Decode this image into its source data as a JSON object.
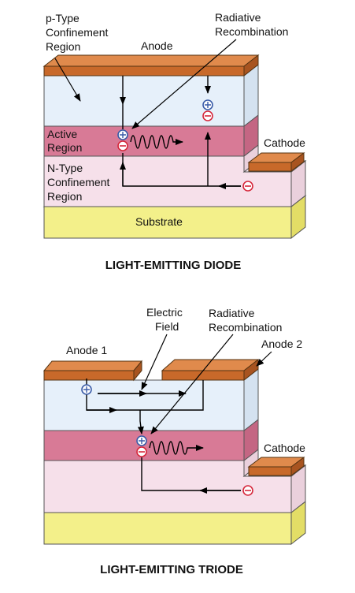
{
  "diode": {
    "labels": {
      "p_type": [
        "p-Type",
        "Confinement",
        "Region"
      ],
      "anode": "Anode",
      "radiative": [
        "Radiative",
        "Recombination"
      ],
      "active": [
        "Active",
        "Region"
      ],
      "cathode": "Cathode",
      "n_type": [
        "N-Type",
        "Confinement",
        "Region"
      ],
      "substrate": "Substrate"
    },
    "caption": "LIGHT-EMITTING DIODE"
  },
  "triode": {
    "labels": {
      "electric_field": [
        "Electric",
        "Field"
      ],
      "radiative": [
        "Radiative",
        "Recombination"
      ],
      "anode1": "Anode 1",
      "anode2": "Anode 2",
      "cathode": "Cathode"
    },
    "caption": "LIGHT-EMITTING TRIODE"
  },
  "colors": {
    "p_layer": "#e6f0fa",
    "active_layer": "#d87a96",
    "n_layer": "#f6e0ea",
    "substrate": "#f3f08a",
    "electrode": "#c8692a",
    "hole": "#3a5ca8",
    "electron": "#d6283c"
  }
}
